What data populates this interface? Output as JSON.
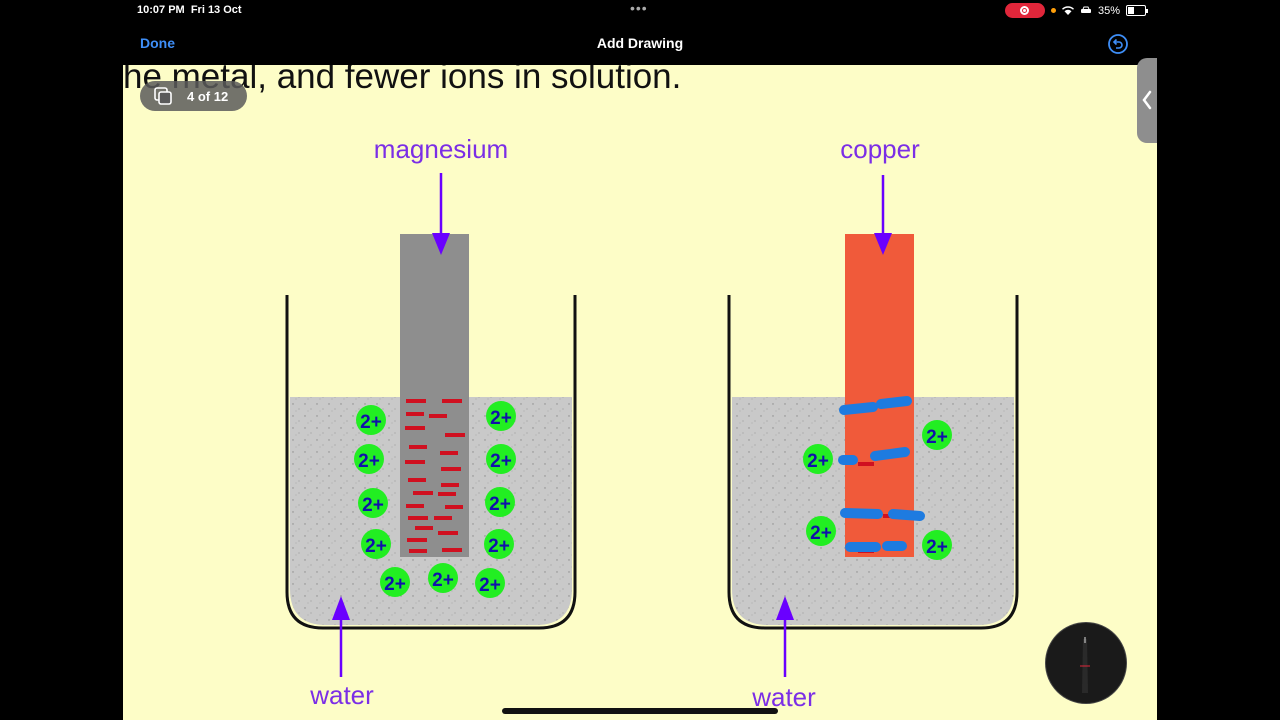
{
  "status": {
    "time": "10:07 PM",
    "date": "Fri 13 Oct",
    "battery": "35%"
  },
  "nav": {
    "done": "Done",
    "title": "Add Drawing"
  },
  "page": {
    "headline": "he metal, and fewer ions in solution.",
    "indicator": "4 of 12"
  },
  "diagram": {
    "left_label": "magnesium",
    "right_label": "copper",
    "water_label": "water",
    "ion_label": "2+"
  },
  "colors": {
    "canvas_bg": "#fdfdc7",
    "magnesium": "#8e8e8e",
    "copper": "#f05a3a",
    "arrow": "#6a00ff",
    "label": "#7b2ee6",
    "ion_fill": "#22ee22",
    "ion_text": "#1111aa",
    "electron_mark": "#d01020",
    "ink": "#1e7be0",
    "accent": "#3e8ef7"
  }
}
